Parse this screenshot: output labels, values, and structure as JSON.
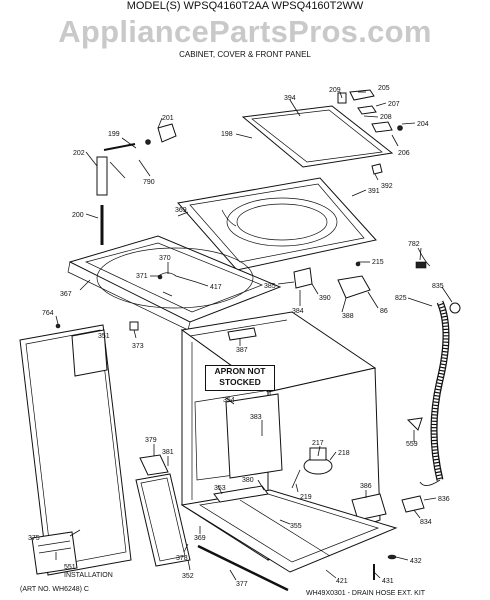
{
  "header": {
    "model_line": "MODEL(S) WPSQ4160T2AA  WPSQ4160T2WW",
    "watermark": "AppliancePartsPros.com",
    "subtitle": "CABINET, COVER & FRONT PANEL"
  },
  "note": {
    "line1": "APRON NOT",
    "line2": "STOCKED"
  },
  "footer": {
    "art_no": "(ART NO. WH6248) C",
    "kit": "WH49X0301 - DRAIN HOSE EXT. KIT",
    "installation": "INSTALLATION"
  },
  "callouts": {
    "c394": "394",
    "c209": "209",
    "c205": "205",
    "c207": "207",
    "c208": "208",
    "c204": "204",
    "c206": "206",
    "c198": "198",
    "c201": "201",
    "c199": "199",
    "c202": "202",
    "c790": "790",
    "c392": "392",
    "c391": "391",
    "c200": "200",
    "c369a": "369",
    "c782": "782",
    "c215": "215",
    "c370": "370",
    "c371": "371",
    "c417": "417",
    "c385": "385",
    "c390": "390",
    "c384": "384",
    "c388": "388",
    "c86": "86",
    "c825": "825",
    "c835": "835",
    "c367": "367",
    "c764": "764",
    "c351": "351",
    "c373": "373",
    "c387": "387",
    "c354": "354",
    "c383": "383",
    "c379": "379",
    "c381": "381",
    "c217": "217",
    "c218": "218",
    "c219": "219",
    "c559": "559",
    "c380": "380",
    "c353": "353",
    "c386": "386",
    "c836": "836",
    "c834": "834",
    "c355": "355",
    "c369b": "369",
    "c378": "378",
    "c375": "375",
    "c432": "432",
    "c352": "352",
    "c377": "377",
    "c421": "421",
    "c431": "431",
    "c551": "551"
  }
}
